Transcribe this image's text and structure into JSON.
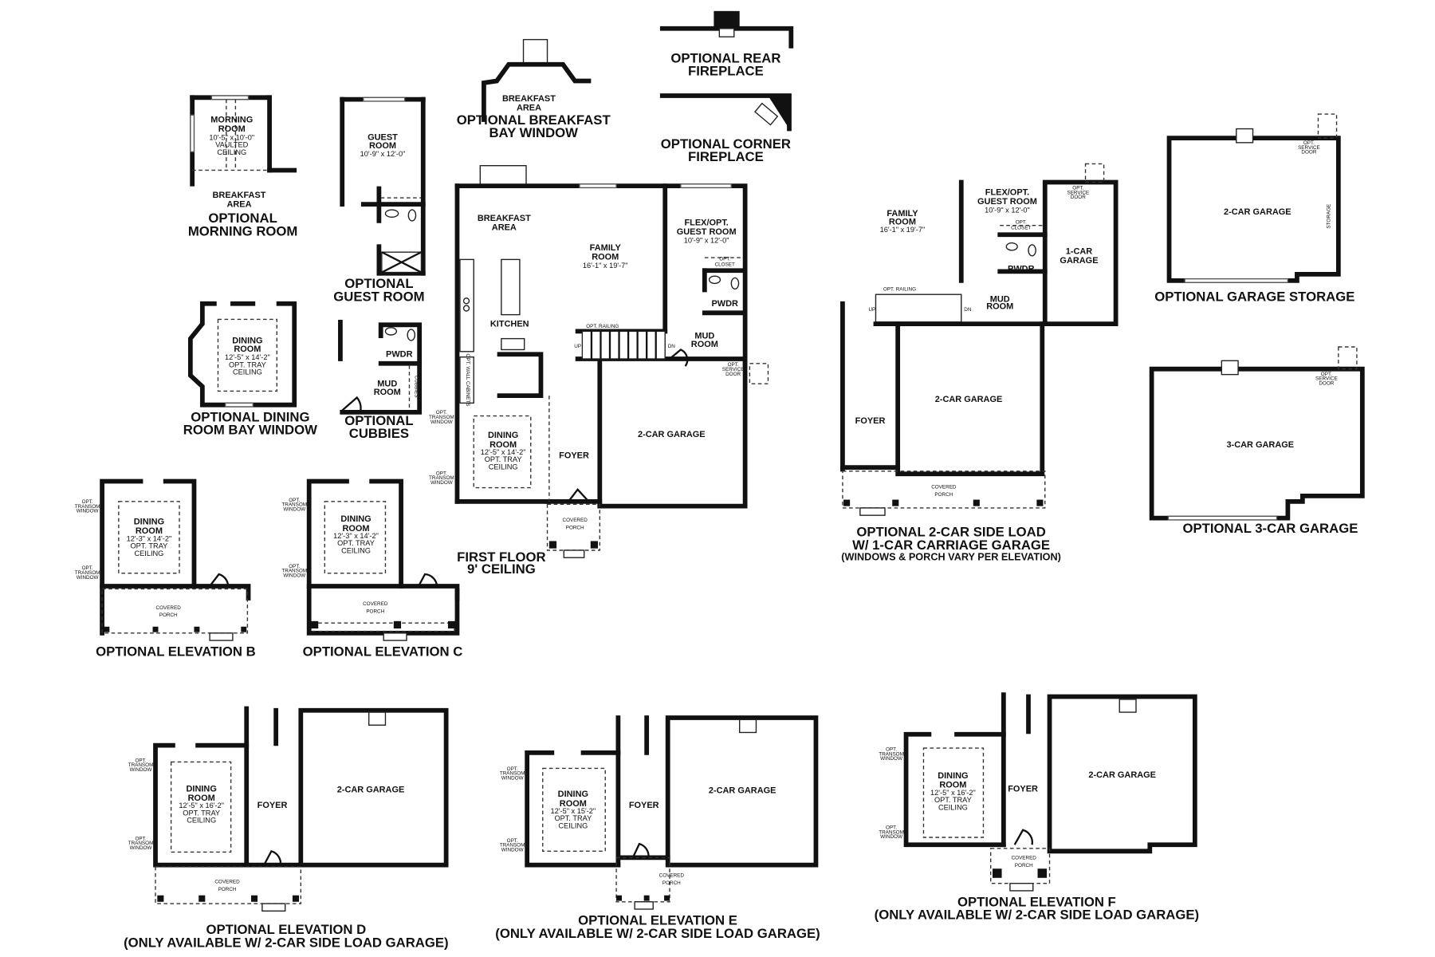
{
  "titles": {
    "morning_room": [
      "OPTIONAL",
      "MORNING ROOM"
    ],
    "guest_room": [
      "OPTIONAL",
      "GUEST ROOM"
    ],
    "breakfast_bay": [
      "OPTIONAL BREAKFAST",
      "BAY WINDOW"
    ],
    "rear_fireplace": [
      "OPTIONAL REAR",
      "FIREPLACE"
    ],
    "corner_fireplace": [
      "OPTIONAL CORNER",
      "FIREPLACE"
    ],
    "dining_bay": [
      "OPTIONAL DINING",
      "ROOM BAY WINDOW"
    ],
    "cubbies": [
      "OPTIONAL",
      "CUBBIES"
    ],
    "first_floor": [
      "FIRST FLOOR",
      "9' CEILING"
    ],
    "side_load": [
      "OPTIONAL 2-CAR SIDE LOAD",
      "W/ 1-CAR CARRIAGE GARAGE",
      "(WINDOWS & PORCH VARY PER ELEVATION)"
    ],
    "garage_storage": "OPTIONAL GARAGE STORAGE",
    "three_car": "OPTIONAL 3-CAR GARAGE",
    "elev_b": "OPTIONAL ELEVATION B",
    "elev_c": "OPTIONAL ELEVATION C",
    "elev_d": [
      "OPTIONAL ELEVATION D",
      "(ONLY AVAILABLE W/ 2-CAR SIDE LOAD GARAGE)"
    ],
    "elev_e": [
      "OPTIONAL ELEVATION E",
      "(ONLY AVAILABLE W/ 2-CAR SIDE LOAD GARAGE)"
    ],
    "elev_f": [
      "OPTIONAL ELEVATION F",
      "(ONLY AVAILABLE W/ 2-CAR SIDE LOAD GARAGE)"
    ]
  },
  "rooms": {
    "morning_room": {
      "name": [
        "MORNING",
        "ROOM"
      ],
      "dims": "10'-5\" x 10'-0\"",
      "note": [
        "VAULTED",
        "CEILING"
      ]
    },
    "breakfast_area": [
      "BREAKFAST",
      "AREA"
    ],
    "guest_room": {
      "name": [
        "GUEST",
        "ROOM"
      ],
      "dims": "10'-9\" x 12'-0\""
    },
    "dining_bay": {
      "name": [
        "DINING",
        "ROOM"
      ],
      "dims": "12'-5\" x 14'-2\"",
      "note": [
        "OPT. TRAY",
        "CEILING"
      ]
    },
    "pwdr": "PWDR",
    "mud_room": [
      "MUD",
      "ROOM"
    ],
    "cubbies": "CUBBIES",
    "family_room": {
      "name": [
        "FAMILY",
        "ROOM"
      ],
      "dims": "16'-1\" x 19'-7\""
    },
    "flex": {
      "name": [
        "FLEX/OPT.",
        "GUEST ROOM"
      ],
      "dims": "10'-9\" x 12'-0\""
    },
    "opt_closet": [
      "OPT.",
      "CLOSET"
    ],
    "kitchen": "KITCHEN",
    "opt_railing": "OPT. RAILING",
    "up": "UP",
    "dn": "DN",
    "wall_cabinets": "OPT. WALL CABINETS",
    "transom": [
      "OPT.",
      "TRANSOM",
      "WINDOW"
    ],
    "service_door": [
      "OPT.",
      "SERVICE",
      "DOOR"
    ],
    "dining_main": {
      "name": [
        "DINING",
        "ROOM"
      ],
      "dims": "12'-5\" x 14'-2\"",
      "note": [
        "OPT. TRAY",
        "CEILING"
      ]
    },
    "foyer": "FOYER",
    "two_car_garage": "2-CAR GARAGE",
    "one_car_garage": [
      "1-CAR",
      "GARAGE"
    ],
    "three_car_garage": "3-CAR GARAGE",
    "storage": "STORAGE",
    "covered_porch": [
      "COVERED",
      "PORCH"
    ],
    "dining_bc": {
      "name": [
        "DINING",
        "ROOM"
      ],
      "dims": "12'-3\" x 14'-2\"",
      "note": [
        "OPT. TRAY",
        "CEILING"
      ]
    },
    "dining_d": {
      "name": [
        "DINING",
        "ROOM"
      ],
      "dims": "12'-5\" x 16'-2\"",
      "note": [
        "OPT. TRAY",
        "CEILING"
      ]
    },
    "dining_e": {
      "name": [
        "DINING",
        "ROOM"
      ],
      "dims": "12'-5\" x 15'-2\"",
      "note": [
        "OPT. TRAY",
        "CEILING"
      ]
    },
    "dining_f": {
      "name": [
        "DINING",
        "ROOM"
      ],
      "dims": "12'-5\" x 16'-2\"",
      "note": [
        "OPT. TRAY",
        "CEILING"
      ]
    }
  }
}
